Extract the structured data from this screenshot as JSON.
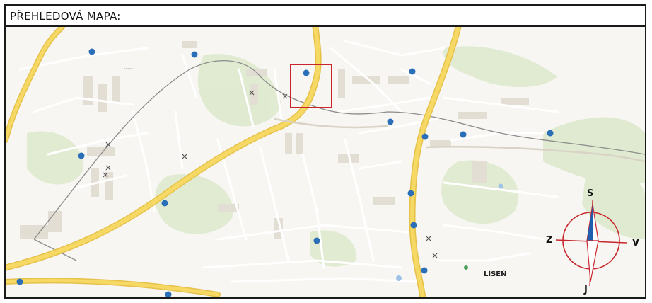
{
  "header": {
    "title": "PŘEHLEDOVÁ MAPA:"
  },
  "map": {
    "district_label": "LÍSEŇ",
    "highlight_color": "#c8262c",
    "main_road_color": "#f3d35a",
    "railway_color": "#8c8c8c",
    "vegetation_color": "#dbe8c9"
  },
  "compass": {
    "north": "S",
    "south": "J",
    "west": "Z",
    "east": "V",
    "ring_color": "#c8262c",
    "needle_color": "#1f5fae"
  }
}
